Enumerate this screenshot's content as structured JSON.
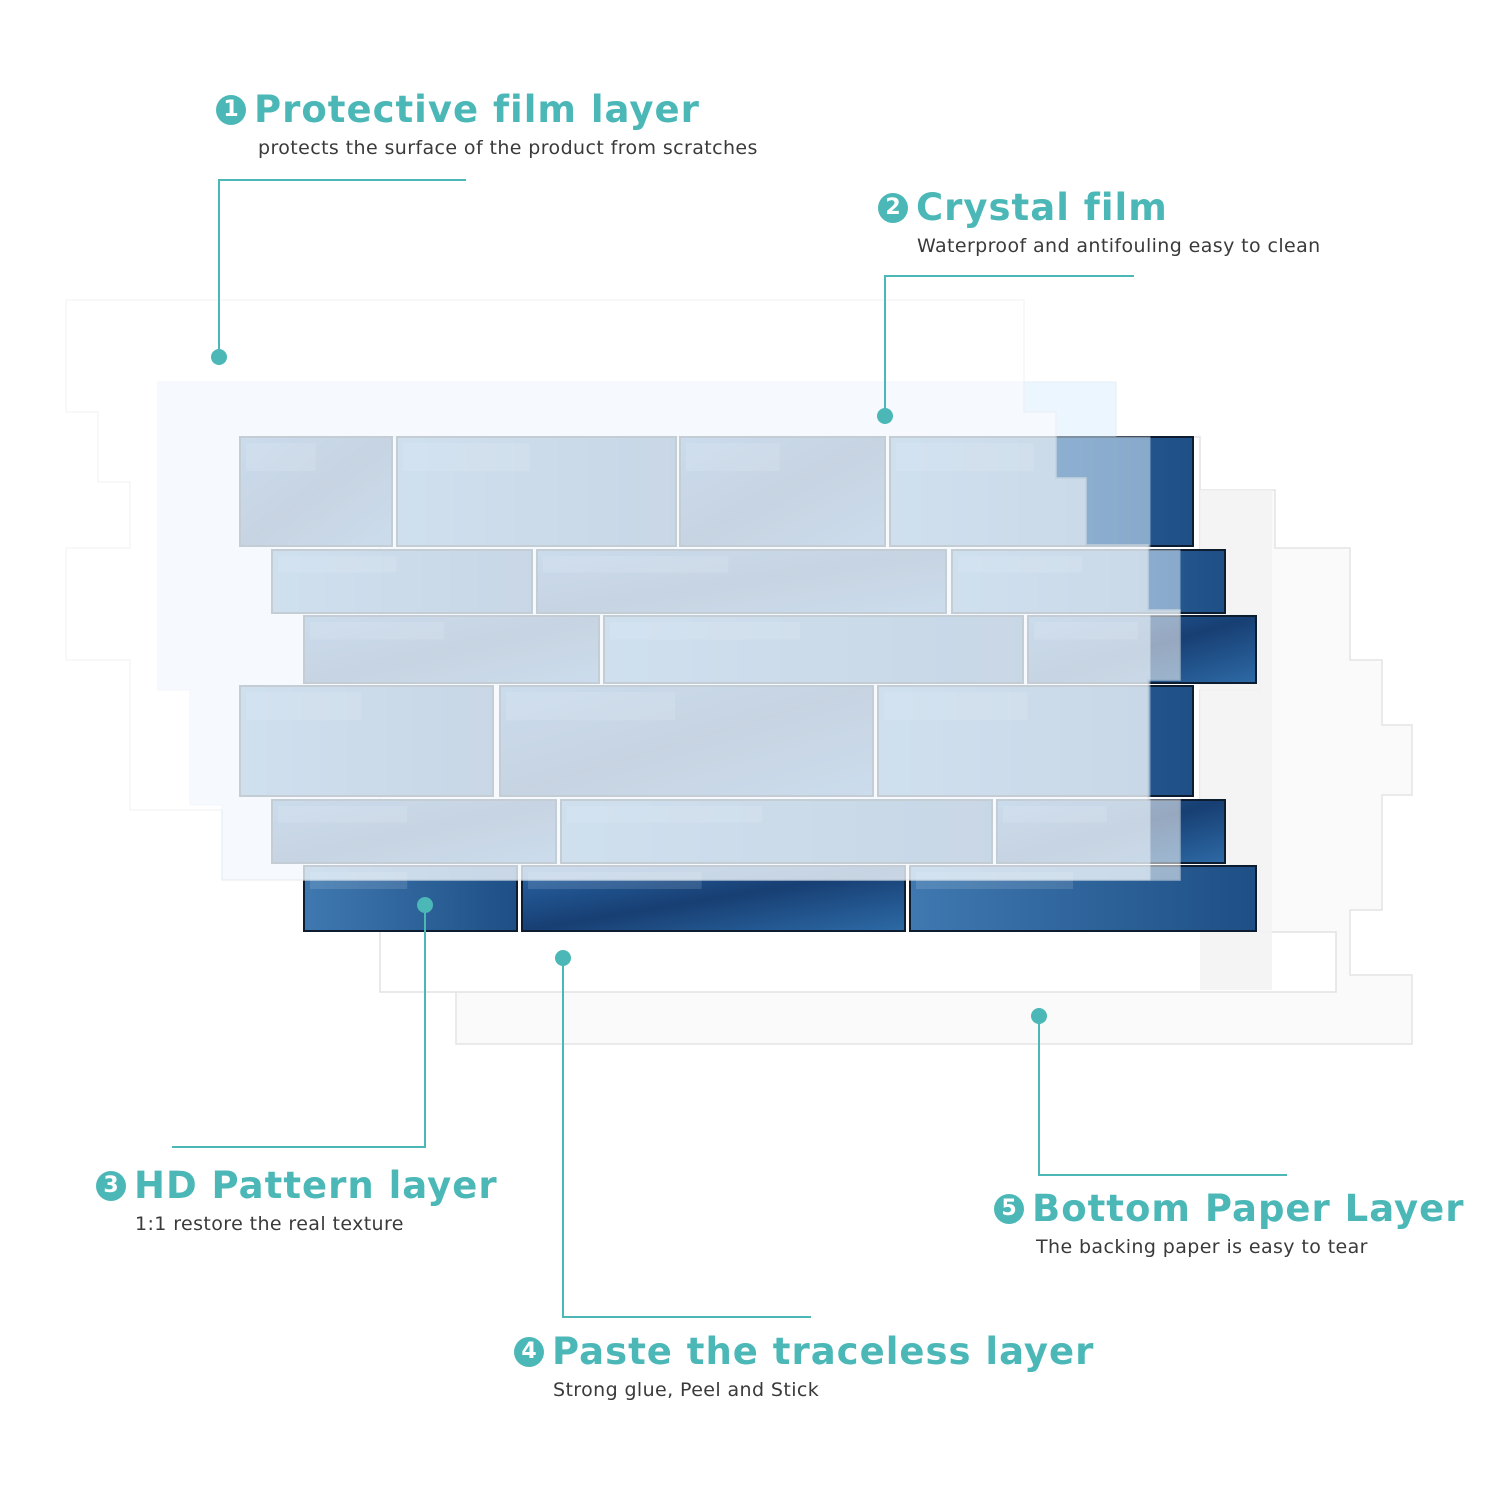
{
  "colors": {
    "accent": "#4bb8b7",
    "tile_blue_dark": "#1e4f86",
    "tile_blue_light": "#c9e3f0"
  },
  "layers": [
    {
      "number": "1",
      "title": "Protective film layer",
      "description": "protects the surface of the product from scratches"
    },
    {
      "number": "2",
      "title": "Crystal film",
      "description": "Waterproof and antifouling easy to clean"
    },
    {
      "number": "3",
      "title": "HD Pattern layer",
      "description": "1:1 restore the real texture"
    },
    {
      "number": "4",
      "title": "Paste the traceless layer",
      "description": "Strong glue, Peel and Stick"
    },
    {
      "number": "5",
      "title": "Bottom Paper Layer",
      "description": "The backing paper is easy to tear"
    }
  ]
}
